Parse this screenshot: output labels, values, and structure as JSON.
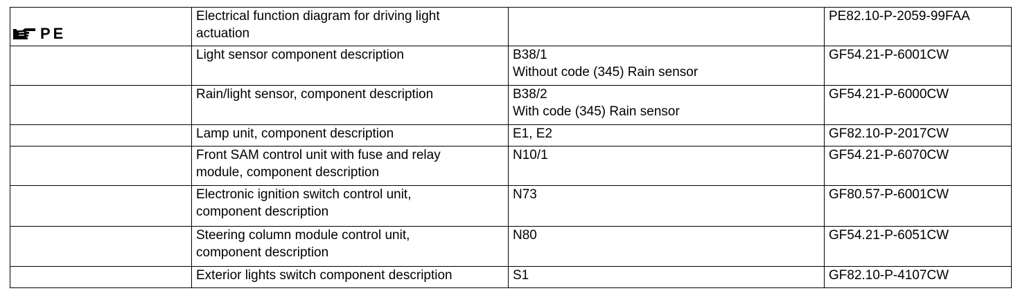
{
  "header_marker": {
    "icon": "pointing-hand-icon",
    "label": "PE"
  },
  "rows": [
    {
      "description": "Electrical function diagram for driving light\nactuation",
      "component": "",
      "document": "PE82.10-P-2059-99FAA"
    },
    {
      "description": "Light sensor component description",
      "component": "B38/1\nWithout code (345) Rain sensor",
      "document": "GF54.21-P-6001CW"
    },
    {
      "description": "Rain/light sensor, component description",
      "component": "B38/2\nWith code (345) Rain sensor",
      "document": "GF54.21-P-6000CW"
    },
    {
      "description": "Lamp unit, component description",
      "component": "E1, E2",
      "document": "GF82.10-P-2017CW"
    },
    {
      "description": "Front SAM control unit with fuse and relay\nmodule, component description",
      "component": "N10/1",
      "document": "GF54.21-P-6070CW"
    },
    {
      "description": "Electronic ignition switch control unit,\ncomponent description",
      "component": "N73",
      "document": "GF80.57-P-6001CW"
    },
    {
      "description": "Steering column module control unit,\ncomponent description",
      "component": "N80",
      "document": "GF54.21-P-6051CW"
    },
    {
      "description": "Exterior lights switch component description",
      "component": "S1",
      "document": "GF82.10-P-4107CW"
    }
  ]
}
